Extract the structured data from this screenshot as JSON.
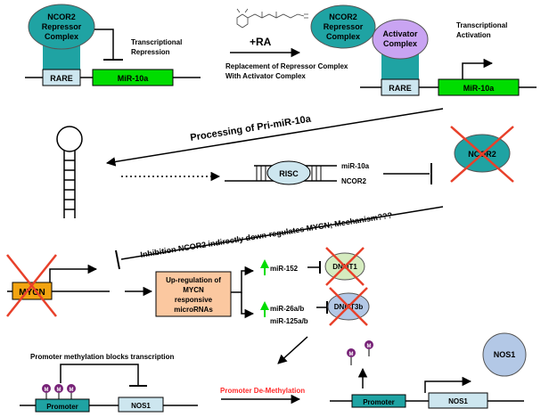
{
  "panel1": {
    "repressor_line1": "NCOR2",
    "repressor_line2": "Repressor",
    "repressor_line3": "Complex",
    "rare": "RARE",
    "mir10a": "MiR-10a",
    "repression_line1": "Transcriptional",
    "repression_line2": "Repression"
  },
  "panel2": {
    "ra_label": "+RA",
    "replacement_line1": "Replacement of Repressor Complex",
    "replacement_line2": "With Activator Complex",
    "released_line1": "NCOR2",
    "released_line2": "Repressor",
    "released_line3": "Complex",
    "activator_line1": "Activator",
    "activator_line2": "Complex",
    "activation_line1": "Transcriptional",
    "activation_line2": "Activation",
    "rare": "RARE",
    "mir10a": "MiR-10a"
  },
  "processing": "Processing of Pri-miR-10a",
  "risc": {
    "label": "RISC",
    "mir10a": "miR-10a",
    "ncor2": "NCOR2",
    "target": "NCOR2"
  },
  "inhibition": "Inhibition NCOR2 indirectly down-regulates MYCN; Mechanism???",
  "mycn": {
    "gene": "MYCN",
    "upreg_line1": "Up-regulation of",
    "upreg_line2": "MYCN",
    "upreg_line3": "responsive",
    "upreg_line4": "microRNAs"
  },
  "mirnas": {
    "mir152": "miR-152",
    "mir26": "miR-26a/b",
    "mir125": "miR-125a/b",
    "dnmt1": "DNMT1",
    "dnmt3b": "DNMT3b"
  },
  "bottom": {
    "blocks": "Promoter methylation blocks transcription",
    "promoter_left": "Promoter",
    "nos1_left": "NOS1",
    "demethylation": "Promoter De-Methylation",
    "promoter_right": "Promoter",
    "nos1_right": "NOS1",
    "nos1_circle": "NOS1",
    "methyl_mark": "M"
  },
  "colors": {
    "teal": "#1fa3a3",
    "green": "#00dd00",
    "light_blue": "#cde6ef",
    "purple": "#c9a4f2",
    "orange": "#f2a411",
    "peach": "#fbc8a0",
    "cross": "#e8402a",
    "methyl": "#772277",
    "red_text": "#ff2a2a"
  }
}
